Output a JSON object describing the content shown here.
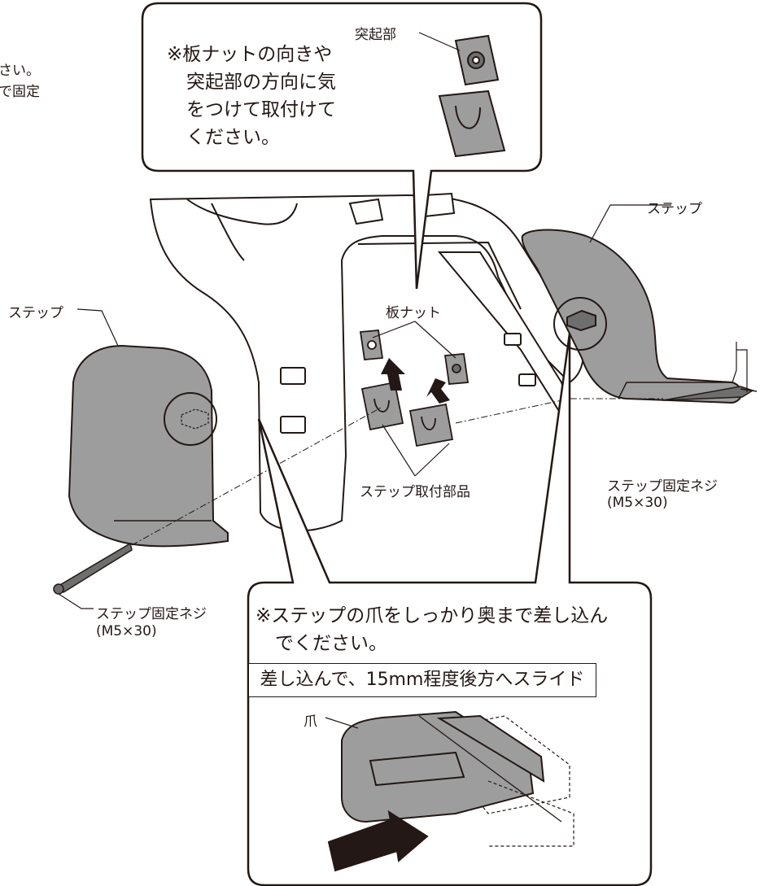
{
  "page": {
    "cut_text_line1": "さい。",
    "cut_text_line2": "で固定"
  },
  "callout_top": {
    "protrusion_label": "突起部",
    "note_lines": [
      "※板ナットの向きや",
      "突起部の方向に気",
      "をつけて取付けて",
      "ください。"
    ]
  },
  "labels": {
    "step_right": "ステップ",
    "step_left": "ステップ",
    "plate_nut": "板ナット",
    "step_mount_part": "ステップ取付部品",
    "screw_right_name": "ステップ固定ネジ",
    "screw_right_size": "(M5×30)",
    "screw_left_name": "ステップ固定ネジ",
    "screw_left_size": "(M5×30)"
  },
  "callout_bottom": {
    "note_lines": [
      "※ステップの爪をしっかり奥まで差し込ん",
      "でください。"
    ],
    "boxed_instruction": "差し込んで、15mm程度後方へスライド",
    "claw_label": "爪"
  },
  "colors": {
    "line": "#231815",
    "part_gray": "#9d9d9d",
    "part_dark": "#6e6e6e",
    "bg": "#ffffff"
  }
}
